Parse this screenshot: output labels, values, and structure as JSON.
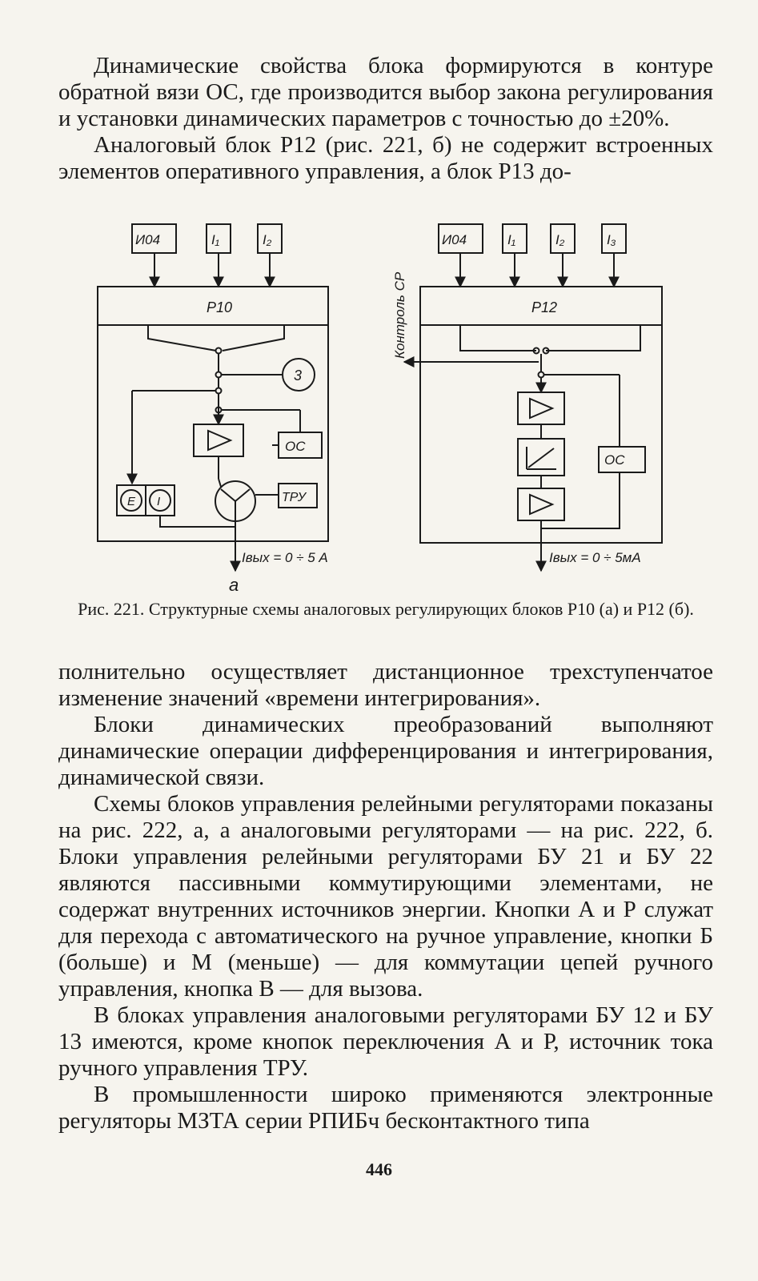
{
  "paragraphs_top": [
    "Динамические свойства блока формируются в контуре обратной вязи ОС, где производится выбор закона регулирования и установки динамических параметров с точностью до ±20%.",
    "Аналоговый блок Р12 (рис. 221, б) не содержит встроенных элементов оперативного управления, а блок Р13 до-"
  ],
  "figure": {
    "diagram_a": {
      "label": "а",
      "inputs": [
        "И04",
        "I₁",
        "I₂"
      ],
      "block": "Р10",
      "node_z": "3",
      "oc": "ОС",
      "tru": "ТРУ",
      "e_cell": "E",
      "i_cell": "I",
      "output": "Iвых = 0 ÷ 5 А"
    },
    "diagram_b": {
      "inputs": [
        "И04",
        "I₁",
        "I₂",
        "I₃"
      ],
      "block": "Р12",
      "side_label": "Контроль СР",
      "oc": "ОС",
      "output": "Iвых = 0 ÷ 5мА"
    },
    "caption": "Рис. 221. Структурные схемы аналоговых регулирующих блоков Р10 (а) и Р12 (б)."
  },
  "paragraphs_bottom": [
    "полнительно осуществляет дистанционное трехступенчатое изменение значений «времени интегрирования».",
    "Блоки динамических преобразований выполняют динамические операции дифференцирования и интегрирования, динамической связи.",
    "Схемы блоков управления релейными регуляторами показаны на рис. 222, а, а аналоговыми регуляторами — на рис. 222, б. Блоки управления релейными регуляторами БУ 21 и БУ 22 являются пассивными коммутирующими элементами, не содержат внутренних источников энергии. Кнопки А и Р служат для перехода с автоматического на ручное управление, кнопки Б (больше) и М (меньше) — для коммутации цепей ручного управления, кнопка В — для вызова.",
    "В блоках управления аналоговыми регуляторами БУ 12 и БУ 13 имеются, кроме кнопок переключения А и Р, источник тока ручного управления ТРУ.",
    "В промышленности широко применяются электронные регуляторы МЗТА серии РПИБч бесконтактного типа"
  ],
  "page_number": "446"
}
